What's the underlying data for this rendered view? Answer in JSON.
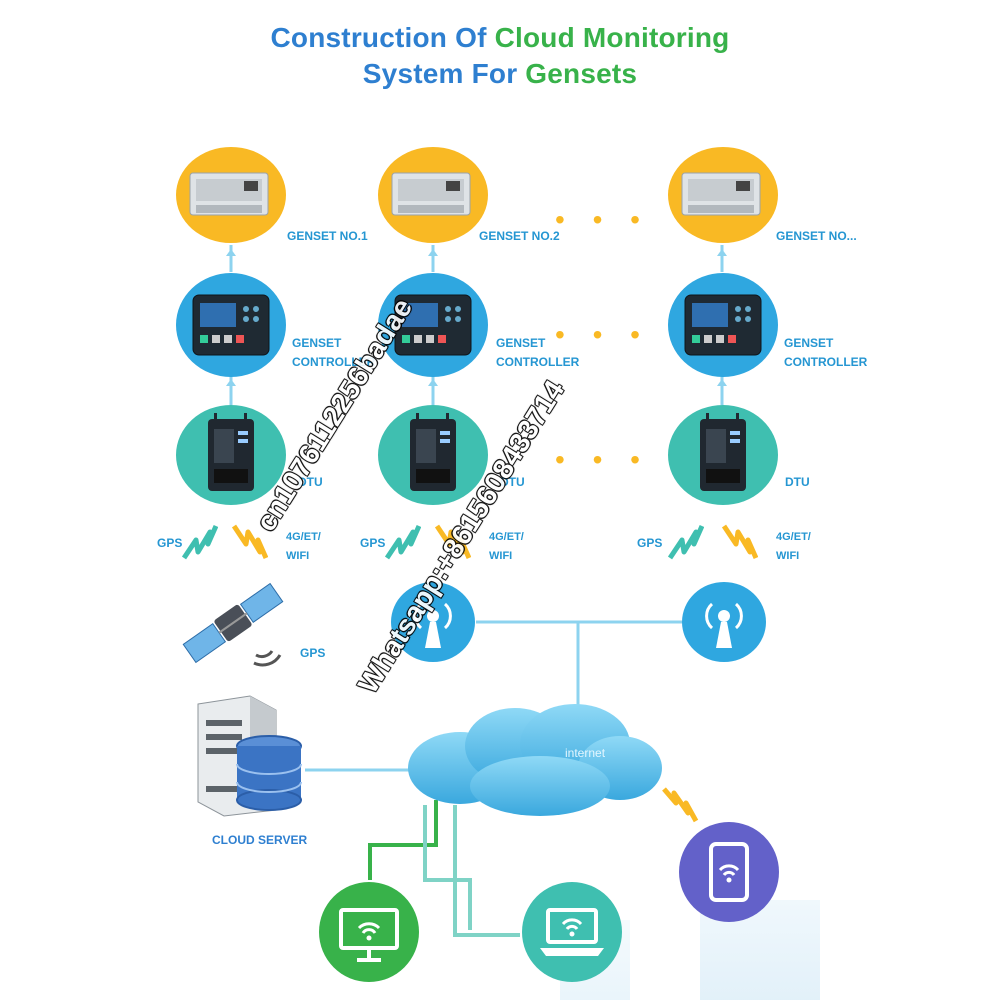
{
  "title": {
    "line1_part1": "Construction Of ",
    "line1_part2": "Cloud Monitoring",
    "line2_part1": "System For ",
    "line2_part2": "Gensets"
  },
  "columns": [
    {
      "genset_label": "GENSET NO.1",
      "controller_label_1": "GENSET",
      "controller_label_2": "CONTROLLER",
      "dtu_label": "DTU",
      "gps_label": "GPS",
      "net_label_1": "4G/ET/",
      "net_label_2": "WIFI"
    },
    {
      "genset_label": "GENSET NO.2",
      "controller_label_1": "GENSET",
      "controller_label_2": "CONTROLLER",
      "dtu_label": "DTU",
      "gps_label": "GPS",
      "net_label_1": "4G/ET/",
      "net_label_2": "WIFI"
    },
    {
      "genset_label": "GENSET NO...",
      "controller_label_1": "GENSET",
      "controller_label_2": "CONTROLLER",
      "dtu_label": "DTU",
      "gps_label": "GPS",
      "net_label_1": "4G/ET/",
      "net_label_2": "WIFI"
    }
  ],
  "ellipsis": "• • •",
  "satellite_label": "GPS",
  "cloud_server_label": "CLOUD SERVER",
  "internet_label": "internet",
  "watermark": {
    "line1": "cn1076112256badae",
    "line2": "Whatsapp:+8615608433714"
  },
  "colors": {
    "title_blue": "#2e7fd0",
    "title_green": "#38b24a",
    "genset_circle": "#f9b924",
    "controller_circle": "#2fa7e0",
    "dtu_circle": "#3fbfb0",
    "label_text": "#2596d2",
    "cloud": "#5cc3ee",
    "line": "#8dd3ef",
    "client_link": "#38b24a"
  },
  "icons": [
    "genset-icon",
    "controller-icon",
    "dtu-icon",
    "gps-signal-icon",
    "network-signal-icon",
    "satellite-icon",
    "antenna-tower-icon",
    "server-icon",
    "database-icon",
    "cloud-icon",
    "monitor-icon",
    "laptop-icon",
    "tablet-icon",
    "lightning-icon"
  ]
}
